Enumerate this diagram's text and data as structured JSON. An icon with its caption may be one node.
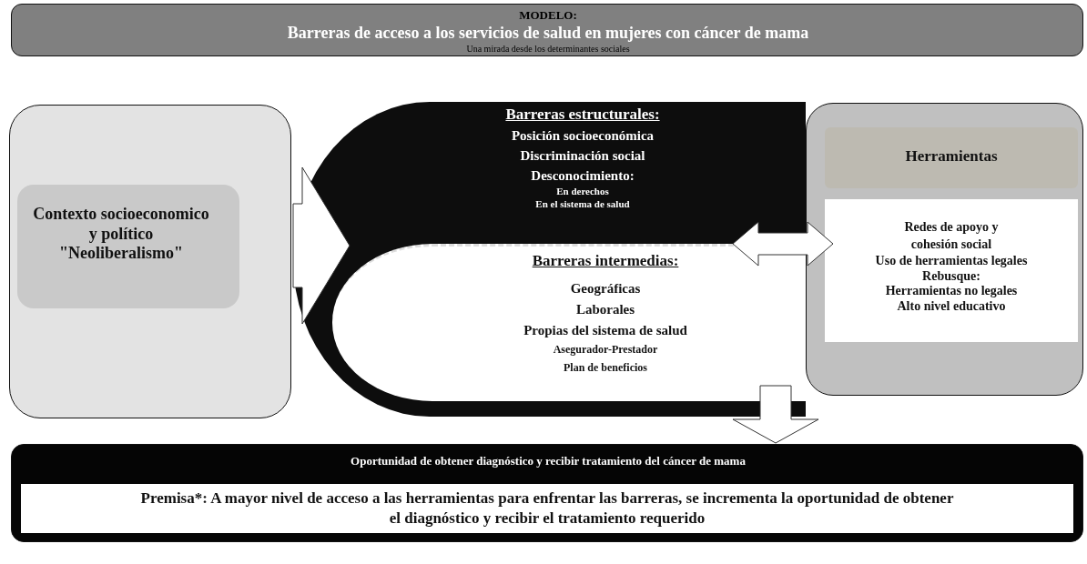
{
  "diagram": {
    "nodes": [
      {
        "text": [
          "MODELO:",
          "Barreras de acceso a los servicios de salud en mujeres con cáncer de mama",
          "Una mirada desde los determinantes sociales"
        ]
      },
      {
        "text": [],
        "shape": "box"
      },
      {
        "text": [
          "Contexto socioeconomico y político \"Neoliberalismo\""
        ],
        "in": 1
      },
      {
        "text": [
          "Barreras estructurales:",
          "Posición socioeconómica",
          "Discriminación social",
          "Desconocimiento:",
          "En derechos",
          "En el sistema de salud"
        ]
      },
      {
        "text": [
          "Barreras intermedias:",
          "Geográficas",
          "Laborales",
          "Propias del sistema de salud",
          "Asegurador-Prestador",
          "Plan de beneficios"
        ],
        "in": 3
      },
      {
        "text": [],
        "shape": "box"
      },
      {
        "text": [
          "Herramientas"
        ],
        "in": 5
      },
      {
        "text": [
          "Redes de apoyo y cohesión social",
          "Uso de herramientas legales",
          "Rebusque:",
          "Herramientas no legales",
          "Alto nivel educativo"
        ],
        "in": 5
      },
      {
        "text": [
          "Oportunidad de obtener diagnóstico y recibir tratamiento del cáncer de mama"
        ]
      },
      {
        "text": [
          "Premisa*: A mayor nivel de acceso a las herramientas para enfrentar las barreras, se incrementa la oportunidad de obtener el diagnóstico y recibir el tratamiento requerido"
        ],
        "in": 8
      }
    ],
    "edges": [
      {
        "from": 2,
        "to": 3,
        "arrow": "to"
      },
      {
        "from": 4,
        "to": 7,
        "arrow": "both"
      },
      {
        "from": 3,
        "to": 8,
        "arrow": "to"
      }
    ]
  }
}
